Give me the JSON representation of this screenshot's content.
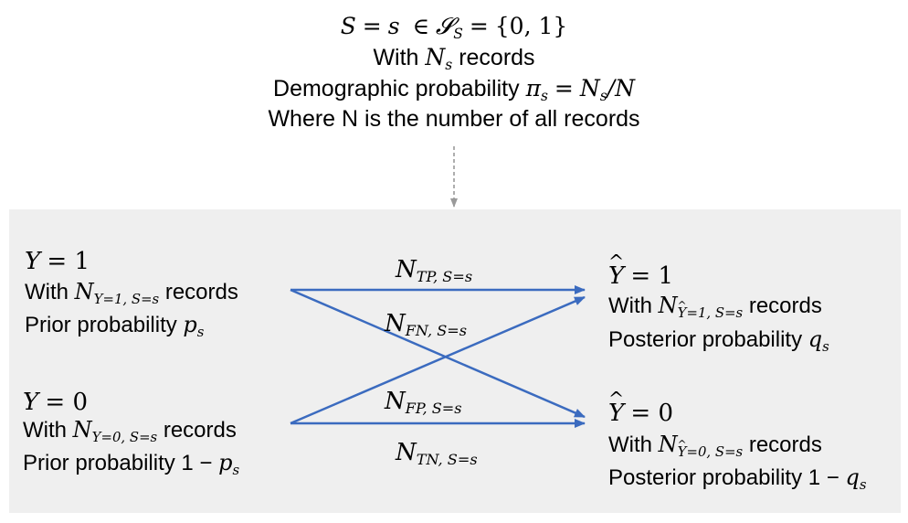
{
  "top": {
    "line1": {
      "var": "S",
      "eq": "=",
      "val": "s",
      "in": "∈",
      "set": "𝓢",
      "set_sub": "S",
      "eq2": "=",
      "set_vals": "{0, 1}"
    },
    "line2": {
      "prefix": "With",
      "var": "N",
      "sub": "s",
      "suffix": "records"
    },
    "line3": {
      "prefix": "Demographic probability",
      "pi": "π",
      "pi_sub": "s",
      "eq": "=",
      "num": "N",
      "num_sub": "s",
      "slash": "/N"
    },
    "line4": {
      "text": "Where N is the number of all records"
    }
  },
  "left": {
    "y1": {
      "title_var": "Y",
      "title_eq": "= 1",
      "with": "With",
      "n": "N",
      "n_sub": "Y=1, S=s",
      "records": "records",
      "prior": "Prior probability",
      "p": "p",
      "p_sub": "s"
    },
    "y0": {
      "title_var": "Y",
      "title_eq": "= 0",
      "with": "With",
      "n": "N",
      "n_sub": "Y=0, S=s",
      "records": "records",
      "prior": "Prior probability 1 −",
      "p": "p",
      "p_sub": "s"
    }
  },
  "right": {
    "yh1": {
      "title_var": "Y",
      "title_eq": "= 1",
      "with": "With",
      "n": "N",
      "n_sub_var": "Y",
      "n_sub_rest": "=1, S=s",
      "records": "records",
      "post": "Posterior probability",
      "q": "q",
      "q_sub": "s"
    },
    "yh0": {
      "title_var": "Y",
      "title_eq": "= 0",
      "with": "With",
      "n": "N",
      "n_sub_var": "Y",
      "n_sub_rest": "=0, S=s",
      "records": "records",
      "post": "Posterior probability 1 −",
      "q": "q",
      "q_sub": "s"
    }
  },
  "arrows": {
    "tp": {
      "n": "N",
      "sub": "TP, S=s"
    },
    "fn": {
      "n": "N",
      "sub": "FN, S=s"
    },
    "fp": {
      "n": "N",
      "sub": "FP, S=s"
    },
    "tn": {
      "n": "N",
      "sub": "TN, S=s"
    }
  },
  "colors": {
    "arrow": "#3b6bbf",
    "dashed_arrow": "#9a9a9a",
    "panel": "#efefef"
  }
}
